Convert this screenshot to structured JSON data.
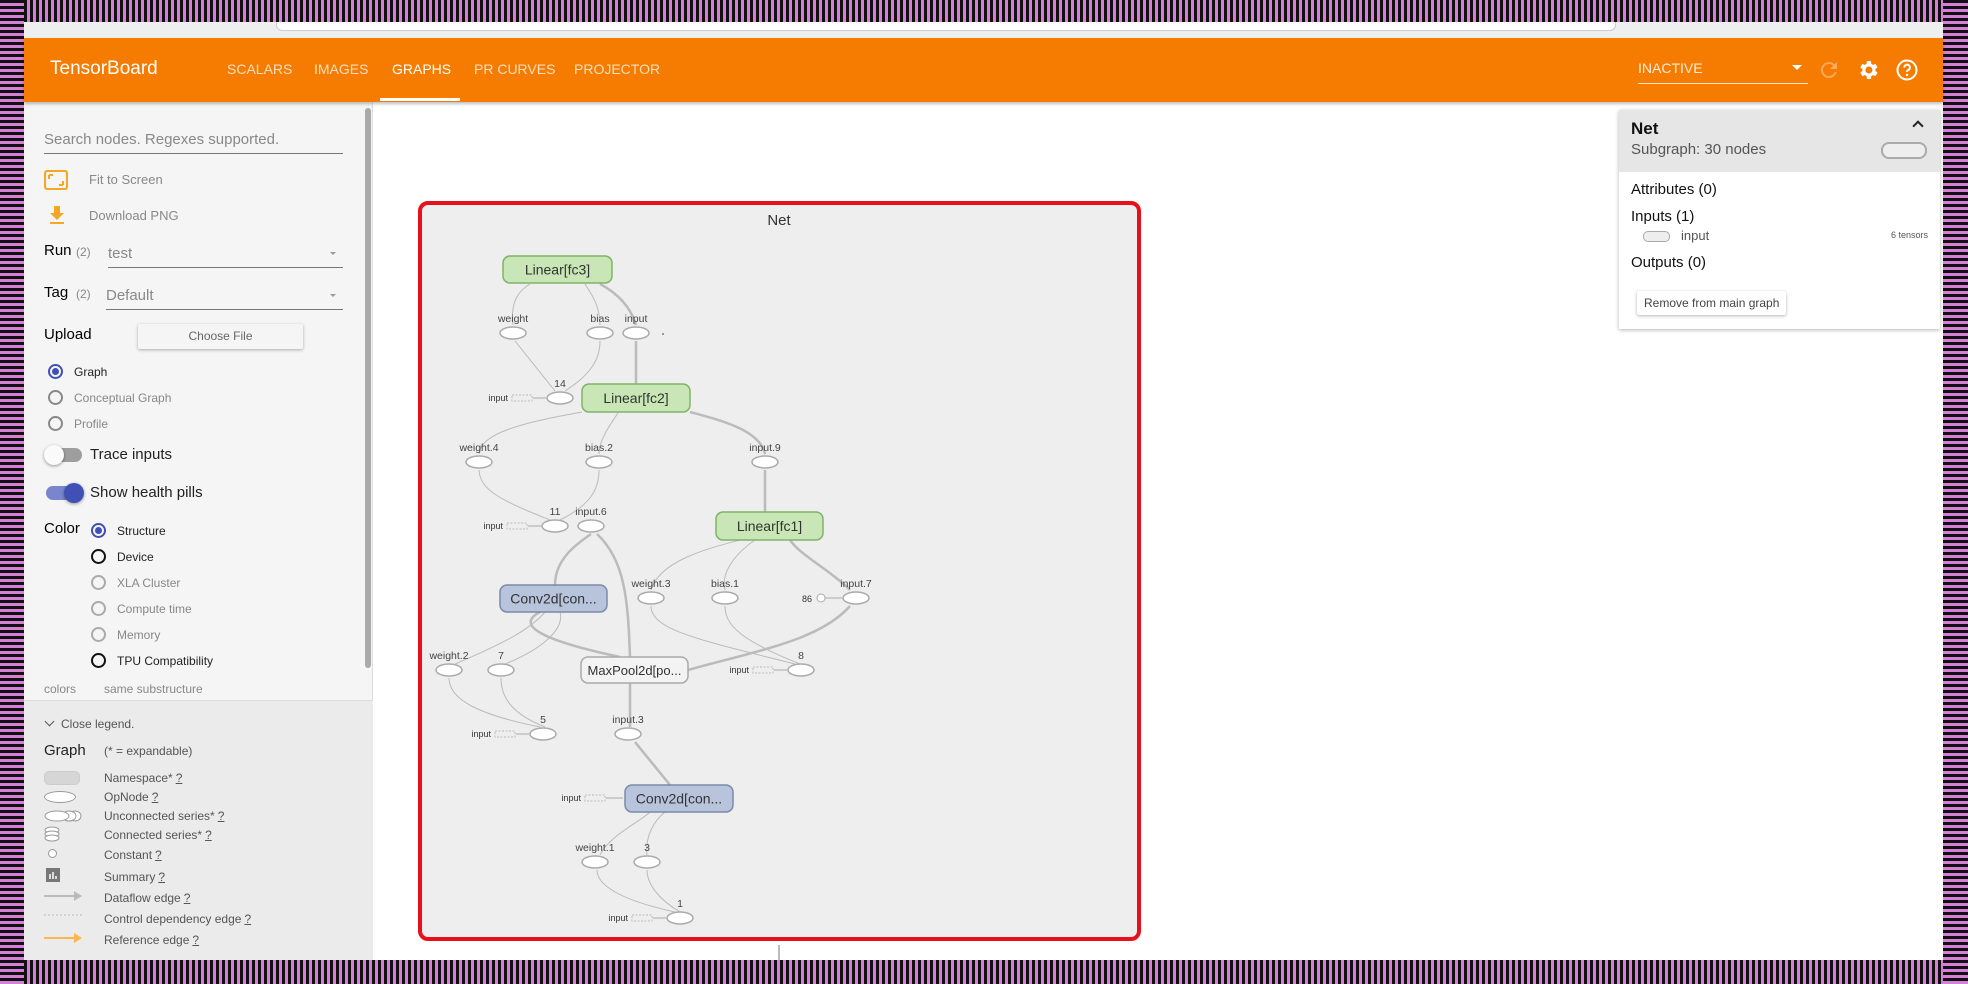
{
  "header": {
    "brand": "TensorBoard",
    "tabs": [
      {
        "label": "SCALARS"
      },
      {
        "label": "IMAGES"
      },
      {
        "label": "GRAPHS",
        "active": true
      },
      {
        "label": "PR CURVES"
      },
      {
        "label": "PROJECTOR"
      }
    ],
    "status_select": "INACTIVE",
    "icons": [
      "refresh-icon",
      "settings-icon",
      "help-icon"
    ],
    "accent": "#f57c00"
  },
  "sidebar": {
    "search_placeholder": "Search nodes. Regexes supported.",
    "fit_to_screen": "Fit to Screen",
    "download_png": "Download PNG",
    "run_label": "Run",
    "run_count": "(2)",
    "run_value": "test",
    "tag_label": "Tag",
    "tag_count": "(2)",
    "tag_value": "Default",
    "upload_label": "Upload",
    "choose_file": "Choose File",
    "graph_types": [
      {
        "label": "Graph",
        "selected": true
      },
      {
        "label": "Conceptual Graph"
      },
      {
        "label": "Profile"
      }
    ],
    "trace_inputs": {
      "label": "Trace inputs",
      "on": false
    },
    "health_pills": {
      "label": "Show health pills",
      "on": true
    },
    "color_label": "Color",
    "color_options": [
      {
        "label": "Structure",
        "selected": true
      },
      {
        "label": "Device"
      },
      {
        "label": "XLA Cluster"
      },
      {
        "label": "Compute time"
      },
      {
        "label": "Memory"
      },
      {
        "label": "TPU Compatibility"
      }
    ],
    "colors_row": {
      "left": "colors",
      "right": "same substructure"
    },
    "legend": {
      "close": "Close legend.",
      "title": "Graph",
      "subtitle": "(* = expandable)",
      "help": "?",
      "items": [
        "Namespace*",
        "OpNode",
        "Unconnected series*",
        "Connected series*",
        "Constant",
        "Summary",
        "Dataflow edge",
        "Control dependency edge",
        "Reference edge"
      ]
    }
  },
  "graph": {
    "title": "Net",
    "highlight_color": "#e8101a",
    "namespaces": {
      "fc3": "Linear[fc3]",
      "fc2": "Linear[fc2]",
      "fc1": "Linear[fc1]",
      "conv2": "Conv2d[con...",
      "conv1": "Conv2d[con...",
      "pool": "MaxPool2d[po..."
    },
    "ops": {
      "weight": "weight",
      "bias": "bias",
      "input": "input",
      "n14": "14",
      "w4": "weight.4",
      "b2": "bias.2",
      "i9": "input.9",
      "n11": "11",
      "i6": "input.6",
      "w3": "weight.3",
      "b1": "bias.1",
      "i7": "input.7",
      "w2": "weight.2",
      "n7": "7",
      "n8": "8",
      "n5": "5",
      "i3": "input.3",
      "w1": "weight.1",
      "n3": "3",
      "n1": "1"
    },
    "constant": "86",
    "external_input": "input"
  },
  "info": {
    "title": "Net",
    "subtitle": "Subgraph: 30 nodes",
    "attributes": "Attributes (0)",
    "inputs": "Inputs (1)",
    "input_name": "input",
    "input_tensors": "6 tensors",
    "outputs": "Outputs (0)",
    "remove_button": "Remove from main graph"
  }
}
